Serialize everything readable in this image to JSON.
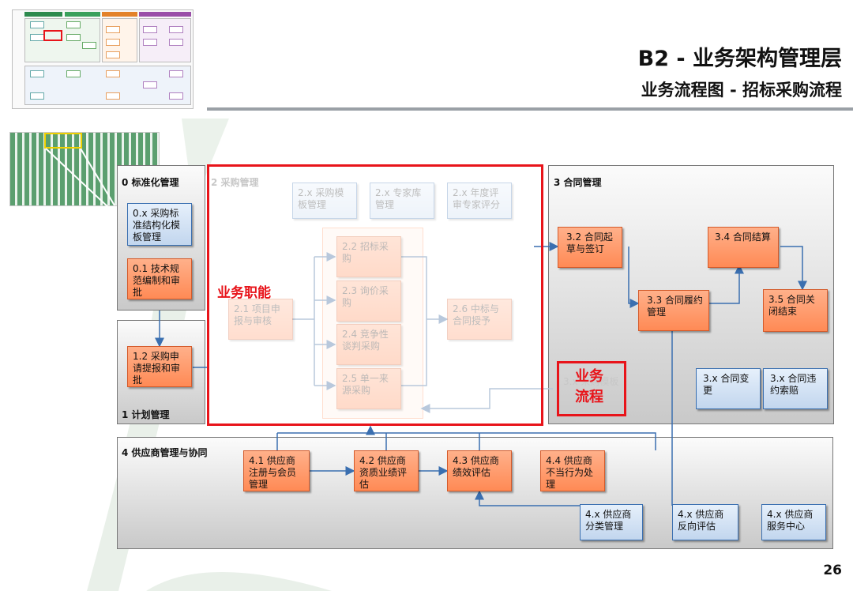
{
  "header": {
    "title": "B2 - 业务架构管理层",
    "subtitle": "业务流程图 - 招标采购流程"
  },
  "page_number": "26",
  "panels": {
    "standard": "0 标准化管理",
    "plan": "1 计划管理",
    "purchase": "2 采购管理",
    "contract": "3 合同管理",
    "supplier": "4 供应商管理与协同"
  },
  "boxes": {
    "b0x": "0.x 采购标准结构化模板管理",
    "b01": "0.1 技术规范编制和审批",
    "b12": "1.2 采购申请提报和审批",
    "b2x1": "2.x 采购模板管理",
    "b2x2": "2.x 专家库管理",
    "b2x3": "2.x 年度评审专家评分",
    "b21": "2.1 项目申报与审核",
    "b22": "2.2 招标采购",
    "b23": "2.3 询价采购",
    "b24": "2.4 竞争性谈判采购",
    "b25": "2.5 单一来源采购",
    "b26": "2.6 中标与合同授予",
    "b32": "3.2 合同起草与签订",
    "b33": "3.3 合同履约管理",
    "b34": "3.4 合同结算",
    "b35": "3.5 合同关闭结束",
    "b3x1": "3.x 合同变更",
    "b3x2": "3.x 合同违约索赔",
    "b41": "4.1 供应商注册与会员管理",
    "b42": "4.2 供应商资质业绩评估",
    "b43": "4.3 供应商绩效评估",
    "b44": "4.4 供应商不当行为处理",
    "b4x1": "4.x 供应商分类管理",
    "b4x2": "4.x 供应商反向评估",
    "b4x3": "4.x 供应商服务中心"
  },
  "annotations": {
    "function": "业务职能",
    "process": "业务流程",
    "behind_process": "3.x 采购模板"
  },
  "colors": {
    "accent_red": "#e8141a",
    "process_orange": "#ff9a6a",
    "support_blue": "#cddff3",
    "rule_line": "#9aa0a6"
  }
}
